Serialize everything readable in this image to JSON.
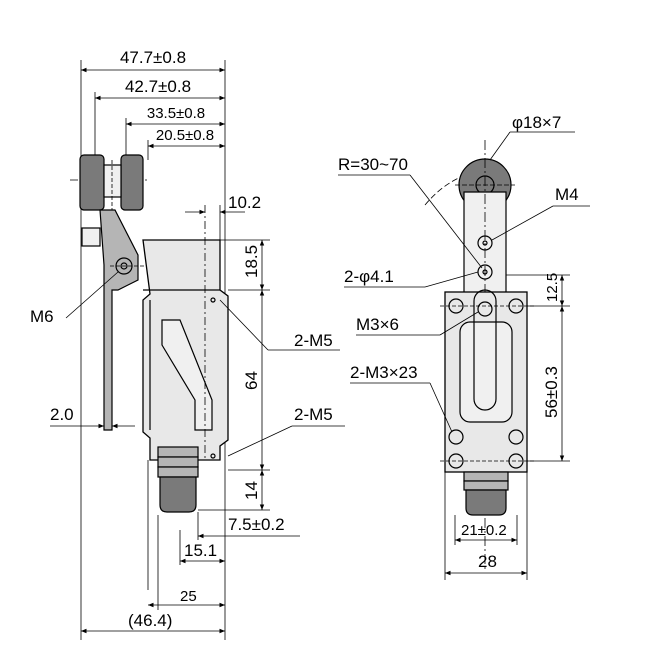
{
  "side_view": {
    "dim_overall_width": "47.7±0.8",
    "dim_roller_outer": "42.7±0.8",
    "dim_roller_inner": "33.5±0.8",
    "dim_roller_center": "20.5±0.8",
    "dim_top_offset": "10.2",
    "dim_upper_height": "18.5",
    "dim_body_height": "64",
    "dim_bottom_height": "14",
    "dim_lever_thickness": "2.0",
    "dim_conduit_offset": "7.5±0.2",
    "dim_conduit_width": "15.1",
    "dim_body_depth": "25",
    "dim_total_depth": "(46.4)",
    "label_lever_screw": "M6",
    "label_upper_mount": "2-M5",
    "label_lower_mount": "2-M5"
  },
  "front_view": {
    "label_roller": "φ18×7",
    "label_radius": "R=30~70",
    "label_roller_screw": "M4",
    "label_holes": "2-φ4.1",
    "label_cover_screw": "M3×6",
    "label_cover_screws": "2-M3×23",
    "dim_top_offset": "12.5",
    "dim_hole_spacing": "56±0.3",
    "dim_conduit_width": "21±0.2",
    "dim_body_width": "28"
  }
}
